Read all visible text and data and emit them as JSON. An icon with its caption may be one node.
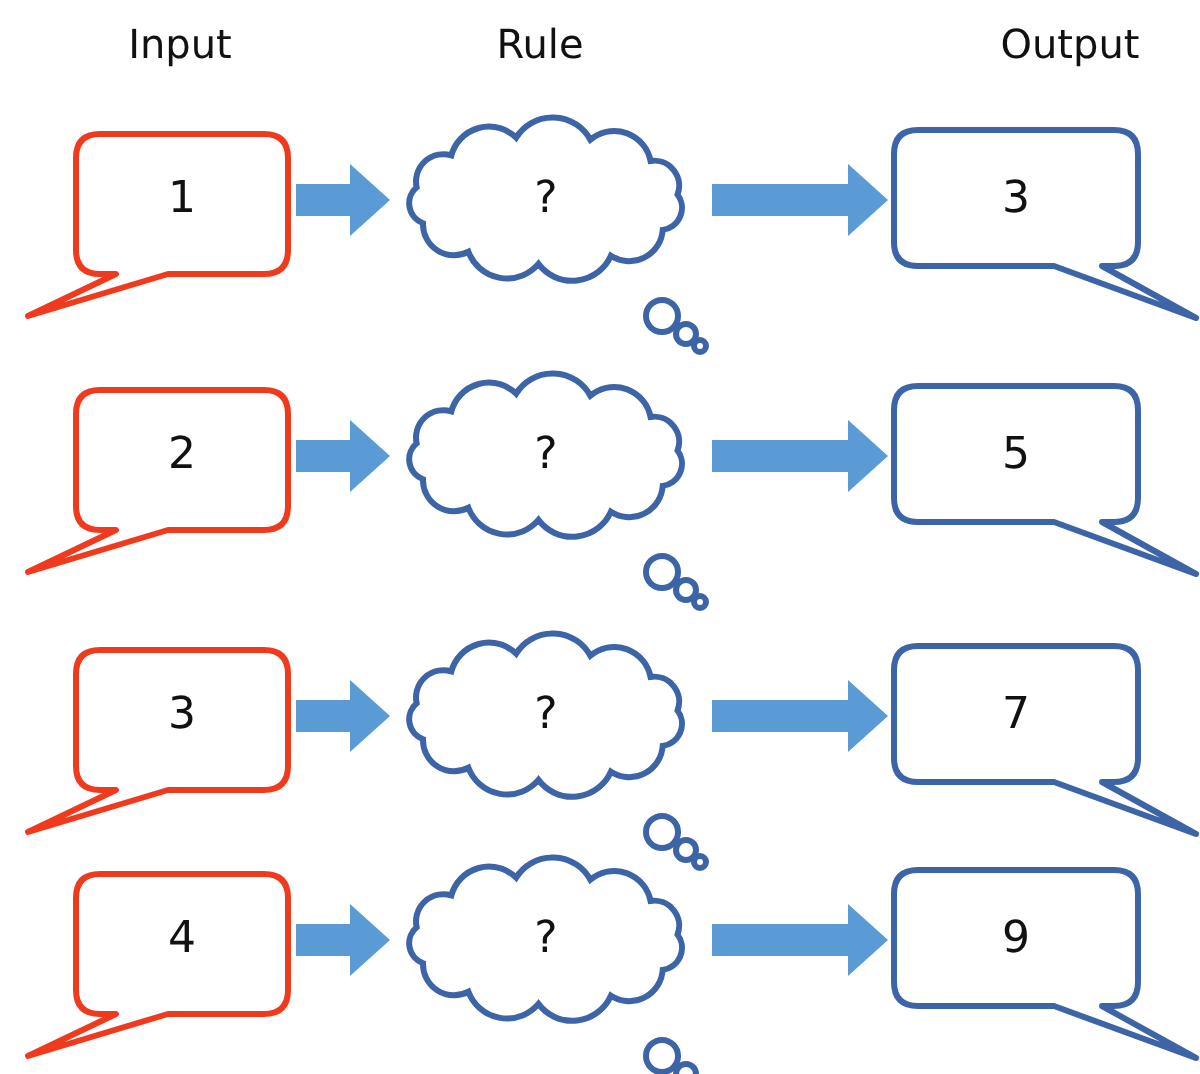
{
  "diagram": {
    "nodes": [
      {
        "text": [
          "1"
        ]
      },
      {
        "text": [
          "?"
        ]
      },
      {
        "text": [
          "3"
        ]
      },
      {
        "text": [
          "2"
        ]
      },
      {
        "text": [
          "?"
        ]
      },
      {
        "text": [
          "5"
        ]
      },
      {
        "text": [
          "3"
        ]
      },
      {
        "text": [
          "?"
        ]
      },
      {
        "text": [
          "7"
        ]
      },
      {
        "text": [
          "4"
        ]
      },
      {
        "text": [
          "?"
        ]
      },
      {
        "text": [
          "9"
        ]
      }
    ],
    "edges": [
      {
        "from": 0,
        "to": 1,
        "arrow": "to"
      },
      {
        "from": 1,
        "to": 2,
        "arrow": "to"
      },
      {
        "from": 3,
        "to": 4,
        "arrow": "to"
      },
      {
        "from": 4,
        "to": 5,
        "arrow": "to"
      },
      {
        "from": 6,
        "to": 7,
        "arrow": "to"
      },
      {
        "from": 7,
        "to": 8,
        "arrow": "to"
      },
      {
        "from": 9,
        "to": 10,
        "arrow": "to"
      },
      {
        "from": 10,
        "to": 11,
        "arrow": "to"
      }
    ],
    "labels": [
      "Input",
      "Rule",
      "Output"
    ]
  }
}
